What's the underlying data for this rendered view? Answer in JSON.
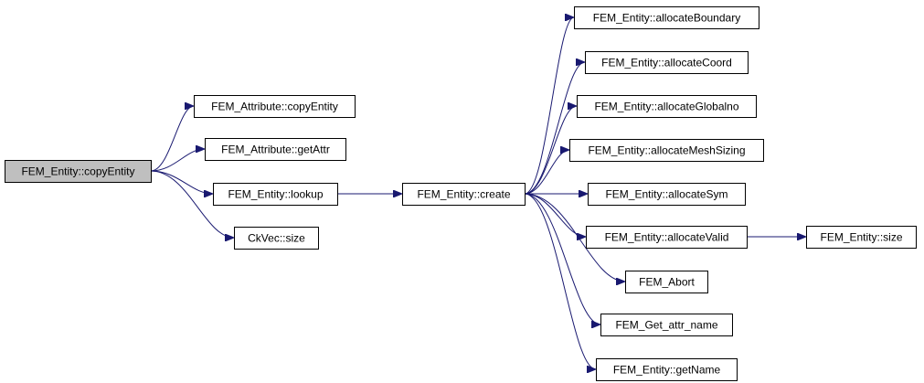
{
  "colors": {
    "edge": "#191970",
    "node_border": "#000000",
    "node_fill": "#ffffff",
    "root_fill": "#bfbfbf",
    "text": "#000000"
  },
  "graph": {
    "root": "copy_entity",
    "nodes": [
      {
        "id": "copy_entity",
        "label": "FEM_Entity::copyEntity",
        "highlighted": true
      },
      {
        "id": "attr_copy_entity",
        "label": "FEM_Attribute::copyEntity"
      },
      {
        "id": "attr_get_attr",
        "label": "FEM_Attribute::getAttr"
      },
      {
        "id": "lookup",
        "label": "FEM_Entity::lookup"
      },
      {
        "id": "ckvec_size",
        "label": "CkVec::size"
      },
      {
        "id": "create",
        "label": "FEM_Entity::create"
      },
      {
        "id": "allocate_boundary",
        "label": "FEM_Entity::allocateBoundary"
      },
      {
        "id": "allocate_coord",
        "label": "FEM_Entity::allocateCoord"
      },
      {
        "id": "allocate_globalno",
        "label": "FEM_Entity::allocateGlobalno"
      },
      {
        "id": "allocate_mesh_sizing",
        "label": "FEM_Entity::allocateMeshSizing"
      },
      {
        "id": "allocate_sym",
        "label": "FEM_Entity::allocateSym"
      },
      {
        "id": "allocate_valid",
        "label": "FEM_Entity::allocateValid"
      },
      {
        "id": "entity_size",
        "label": "FEM_Entity::size"
      },
      {
        "id": "fem_abort",
        "label": "FEM_Abort"
      },
      {
        "id": "get_attr_name",
        "label": "FEM_Get_attr_name"
      },
      {
        "id": "get_name",
        "label": "FEM_Entity::getName"
      }
    ],
    "edges": [
      {
        "from": "copy_entity",
        "to": "attr_copy_entity"
      },
      {
        "from": "copy_entity",
        "to": "attr_get_attr"
      },
      {
        "from": "copy_entity",
        "to": "lookup"
      },
      {
        "from": "copy_entity",
        "to": "ckvec_size"
      },
      {
        "from": "lookup",
        "to": "create"
      },
      {
        "from": "create",
        "to": "allocate_boundary"
      },
      {
        "from": "create",
        "to": "allocate_coord"
      },
      {
        "from": "create",
        "to": "allocate_globalno"
      },
      {
        "from": "create",
        "to": "allocate_mesh_sizing"
      },
      {
        "from": "create",
        "to": "allocate_sym"
      },
      {
        "from": "create",
        "to": "allocate_valid"
      },
      {
        "from": "create",
        "to": "fem_abort"
      },
      {
        "from": "create",
        "to": "get_attr_name"
      },
      {
        "from": "create",
        "to": "get_name"
      },
      {
        "from": "allocate_valid",
        "to": "entity_size"
      }
    ]
  }
}
